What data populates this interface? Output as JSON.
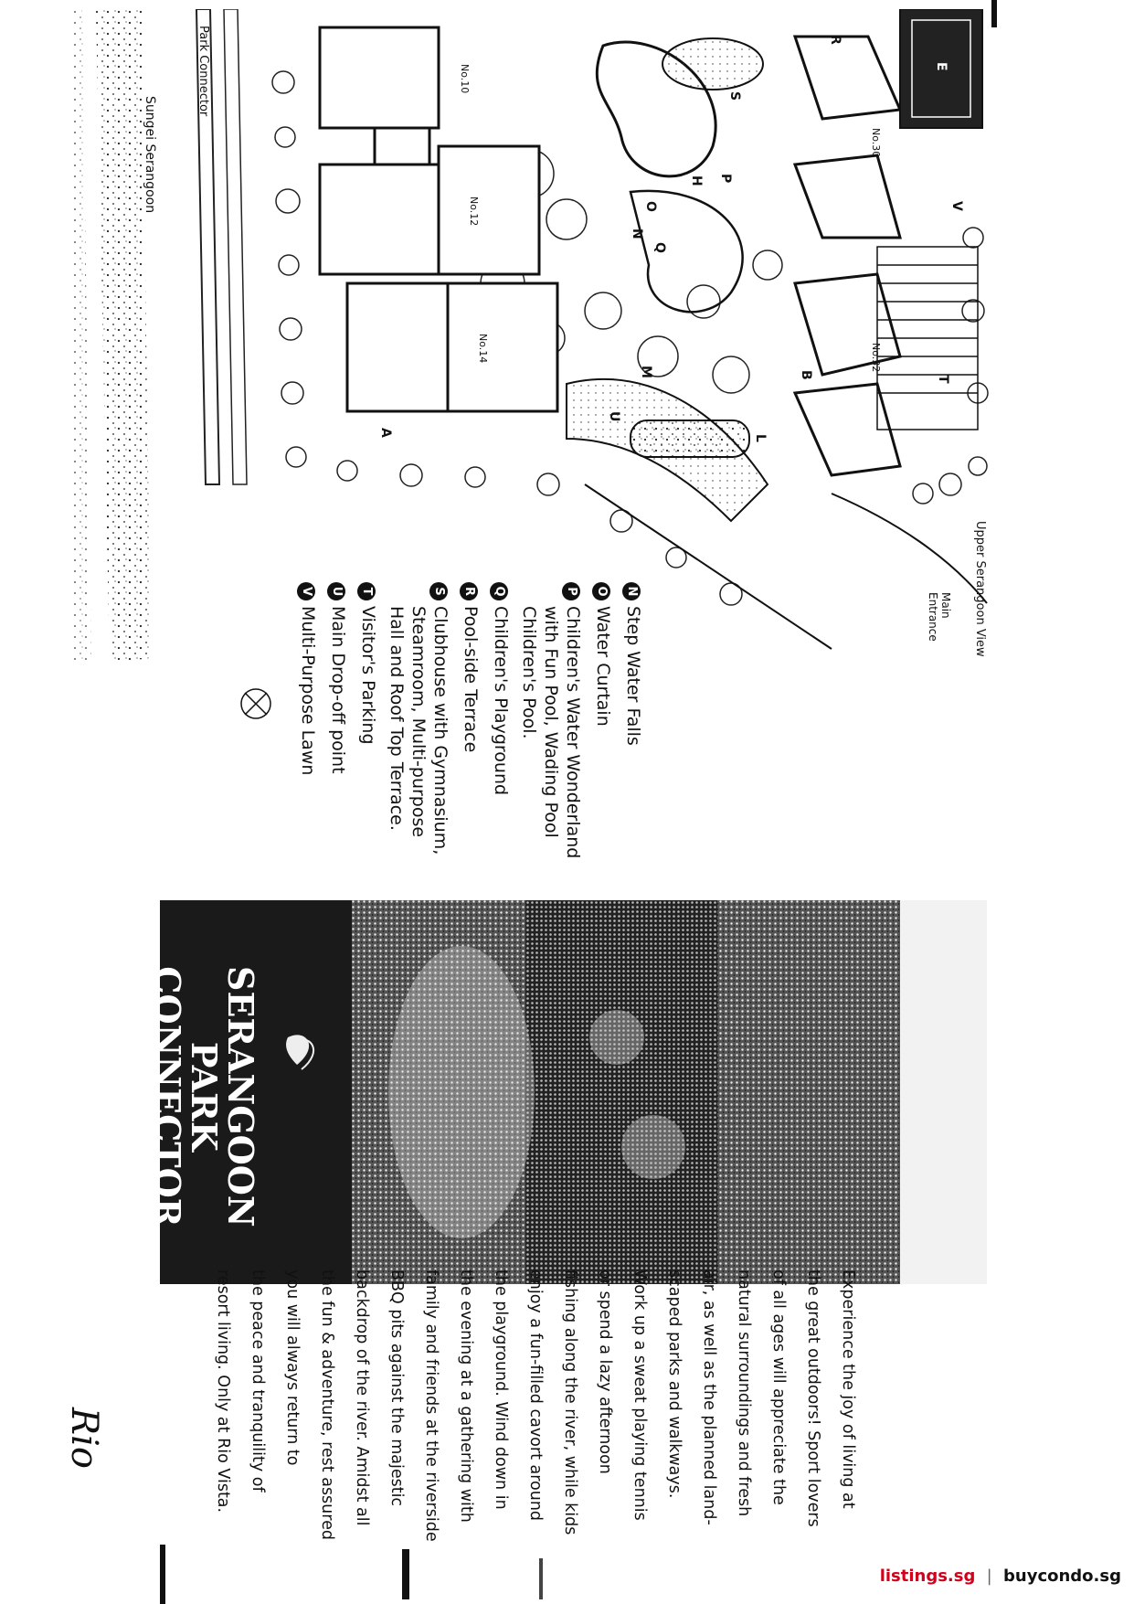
{
  "site_plan": {
    "labels": {
      "upper_serangoon_view": "Upper Serangoon View",
      "main_entrance_line1": "Main",
      "main_entrance_line2": "Entrance",
      "park_connector": "Park Connector",
      "sungei_serangoon": "Sungei Serangoon"
    },
    "blocks": [
      "No.10",
      "No.12",
      "No.14",
      "No.30",
      "No.32"
    ],
    "map_codes": [
      "R",
      "E",
      "S",
      "P",
      "H",
      "Q",
      "T",
      "U",
      "V",
      "M",
      "B",
      "O",
      "N",
      "A",
      "L"
    ]
  },
  "legend": [
    {
      "code": "N",
      "lines": [
        "Step Water Falls"
      ]
    },
    {
      "code": "O",
      "lines": [
        "Water Curtain"
      ]
    },
    {
      "code": "P",
      "lines": [
        "Children's Water Wonderland",
        "with Fun Pool, Wading Pool",
        "Children's Pool."
      ]
    },
    {
      "code": "Q",
      "lines": [
        "Children's Playground"
      ]
    },
    {
      "code": "R",
      "lines": [
        "Pool-side Terrace"
      ]
    },
    {
      "code": "S",
      "lines": [
        "Clubhouse with Gymnasium,",
        "Steamroom, Multi-purpose",
        "Hall and Roof Top Terrace."
      ]
    },
    {
      "code": "T",
      "lines": [
        "Visitor's Parking"
      ]
    },
    {
      "code": "U",
      "lines": [
        "Main Drop-off point"
      ]
    },
    {
      "code": "V",
      "lines": [
        "Multi-Purpose Lawn"
      ]
    }
  ],
  "photo_panel": {
    "heading_lines": [
      "SERANGOON",
      "PARK",
      "CONNECTOR"
    ]
  },
  "body_text": [
    "Experience the joy of living at",
    "the great outdoors! Sport lovers",
    "of all ages will appreciate the",
    "natural surroundings and fresh",
    "air, as well as the planned land-",
    "scaped parks and walkways.",
    "Work up a sweat playing tennis",
    "or spend a lazy afternoon",
    "fishing along the river, while kids",
    "enjoy a fun-filled cavort around",
    "the playground. Wind down in",
    "the evening at a gathering with",
    "family and friends at the riverside",
    "BBQ pits against the majestic",
    "backdrop of the river. Amidst all",
    "the fun & adventure, rest assured",
    "you will always return to",
    "the peace and tranquility of",
    "resort living. Only at Rio Vista."
  ],
  "logo": {
    "text": "Rio"
  },
  "footer": {
    "site1": "listings.sg",
    "separator": "|",
    "site2": "buycondo.sg"
  },
  "colors": {
    "ink": "#111111",
    "brand_red": "#d0021b",
    "paper": "#ffffff"
  }
}
